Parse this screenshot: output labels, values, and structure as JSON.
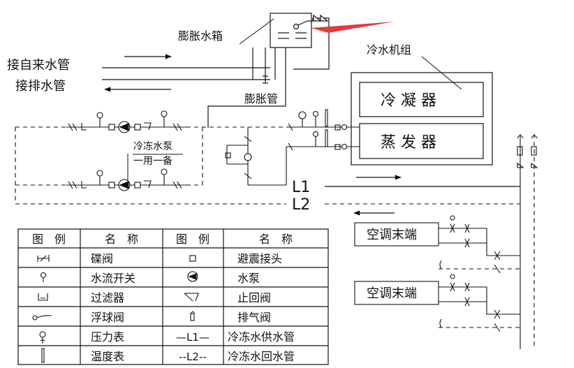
{
  "labels": {
    "expansion_tank": "膨胀水箱",
    "tap_water": "接自来水管",
    "drain_pipe": "接排水管",
    "expansion_pipe": "膨胀管",
    "chiller_unit": "冷水机组",
    "condenser": "冷 凝 器",
    "evaporator": "蒸 发 器",
    "pump_label_1": "冷冻水泵",
    "pump_label_2": "一用一备",
    "supply_line": "L1",
    "return_line": "L2",
    "ac_terminal_1": "空调末端",
    "ac_terminal_2": "空调末端"
  },
  "legend": {
    "headers": [
      "图　例",
      "名　称",
      "图　例",
      "名　称"
    ],
    "rows": [
      {
        "left_name": "碟阀",
        "right_name": "避震接头"
      },
      {
        "left_name": "水流开关",
        "right_name": "水泵"
      },
      {
        "left_name": "过滤器",
        "right_name": "止回阀"
      },
      {
        "left_name": "浮球阀",
        "right_name": "排气阀"
      },
      {
        "left_name": "压力表",
        "right_symbol": "—L1—",
        "right_name": "冷冻水供水管"
      },
      {
        "left_name": "温度表",
        "right_symbol": "--L2--",
        "right_name": "冷冻水回水管"
      }
    ]
  },
  "colors": {
    "line": "#111111",
    "arrow": "#e53b3b"
  }
}
